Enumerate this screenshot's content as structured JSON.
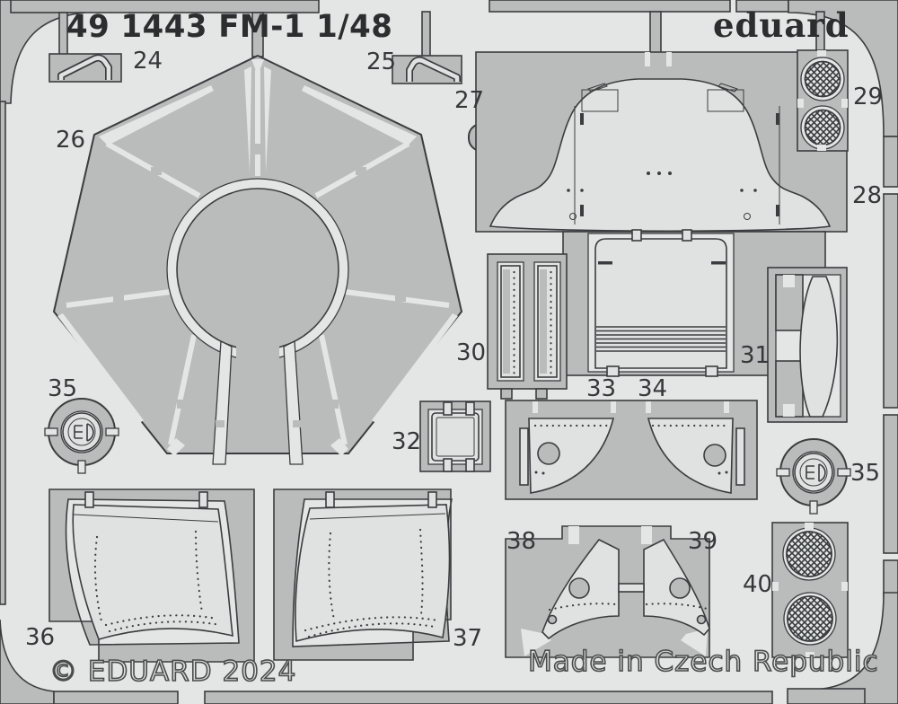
{
  "header": {
    "title": "49 1443 FM-1 1/48",
    "brand": "eduard"
  },
  "footer": {
    "copyright": "© EDUARD 2024",
    "made_in": "Made in Czech Republic"
  },
  "part_labels": {
    "p24": "24",
    "p25": "25",
    "p26": "26",
    "p27": "27",
    "p28": "28",
    "p29": "29",
    "p30": "30",
    "p31": "31",
    "p32": "32",
    "p33": "33",
    "p34": "34",
    "p35a": "35",
    "p35b": "35",
    "p36": "36",
    "p37": "37",
    "p38": "38",
    "p39": "39",
    "p40": "40"
  },
  "colors": {
    "background": "#e4e6e5",
    "metal_gray": "#b9bcba",
    "etched_light": "#e0e2e1",
    "outline": "#3a3d3f",
    "label_text": "#35383a",
    "brand_text": "#2b2d2f",
    "stamp_fill": "#dfe1e0",
    "stamp_outline": "#4a4d4c"
  }
}
